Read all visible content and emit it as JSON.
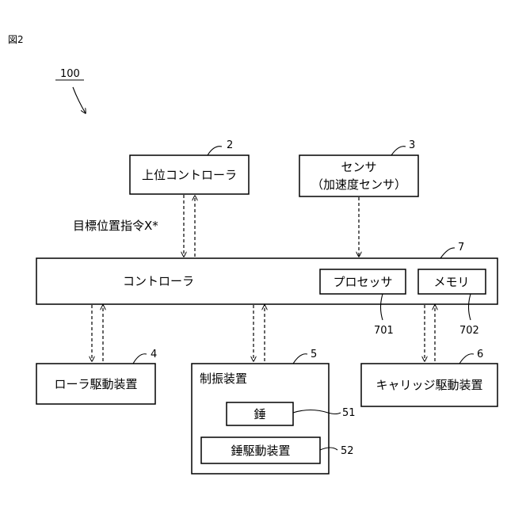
{
  "figure_label": "図2",
  "system_ref": "100",
  "nodes": {
    "upper_controller": {
      "label": "上位コントローラ",
      "ref": "2"
    },
    "sensor": {
      "label_line1": "センサ",
      "label_line2": "（加速度センサ）",
      "ref": "3"
    },
    "controller": {
      "label": "コントローラ",
      "ref": "7"
    },
    "processor": {
      "label": "プロセッサ",
      "ref": "701"
    },
    "memory": {
      "label": "メモリ",
      "ref": "702"
    },
    "roller_drive": {
      "label": "ローラ駆動装置",
      "ref": "4"
    },
    "damping_device": {
      "label": "制振装置",
      "ref": "5"
    },
    "weight": {
      "label": "錘",
      "ref": "51"
    },
    "weight_drive": {
      "label": "錘駆動装置",
      "ref": "52"
    },
    "carriage_drive": {
      "label": "キャリッジ駆動装置",
      "ref": "6"
    }
  },
  "signal_label": "目標位置指令X*"
}
